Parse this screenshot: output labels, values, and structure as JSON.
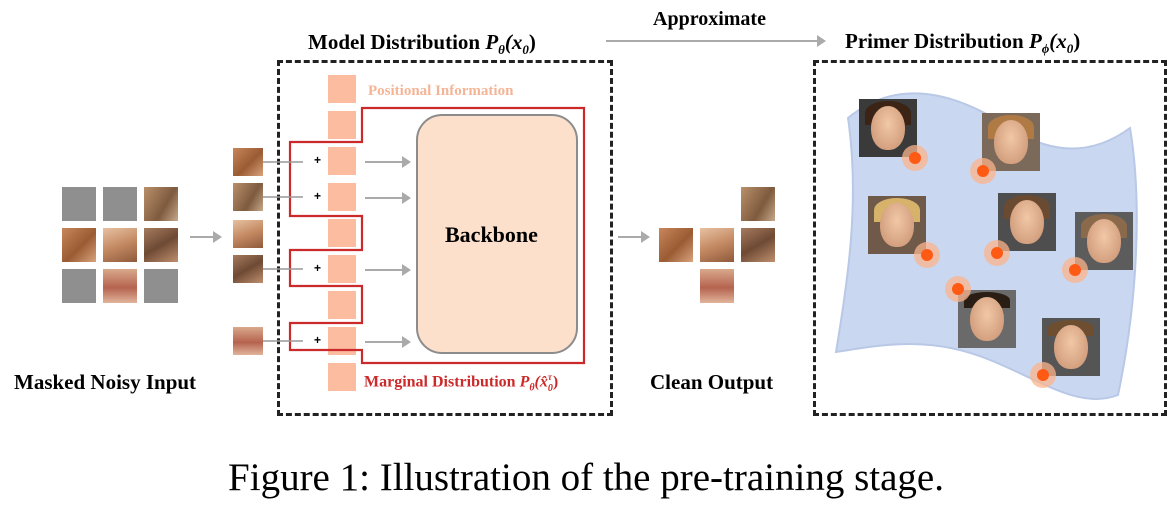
{
  "model_title": "Model Distribution",
  "model_symbol": "P",
  "model_sub": "θ",
  "model_arg": "(x",
  "model_arg_sub": "0",
  "model_arg_end": ")",
  "approx": "Approximate",
  "primer_title": "Primer Distribution",
  "primer_symbol": "P",
  "primer_sub": "ϕ",
  "primer_arg": "(x",
  "primer_arg_sub": "0",
  "primer_arg_end": ")",
  "positional": "Positional Information",
  "backbone": "Backbone",
  "marginal_title": "Marginal Distribution",
  "marginal_symbol": "P",
  "marginal_sub": "θ",
  "marginal_arg": "(x̂",
  "marginal_arg_sub": "0",
  "marginal_arg_sup": "τ",
  "marginal_arg_end": ")",
  "input_label": "Masked Noisy Input",
  "output_label": "Clean Output",
  "plus": "+",
  "caption": "Figure 1: Illustration of the pre-training stage.",
  "colors": {
    "positional": "#fbbca0",
    "marginal": "#cc2a2a",
    "manifold": "#c9d7f0",
    "point": "#ff5a14"
  }
}
